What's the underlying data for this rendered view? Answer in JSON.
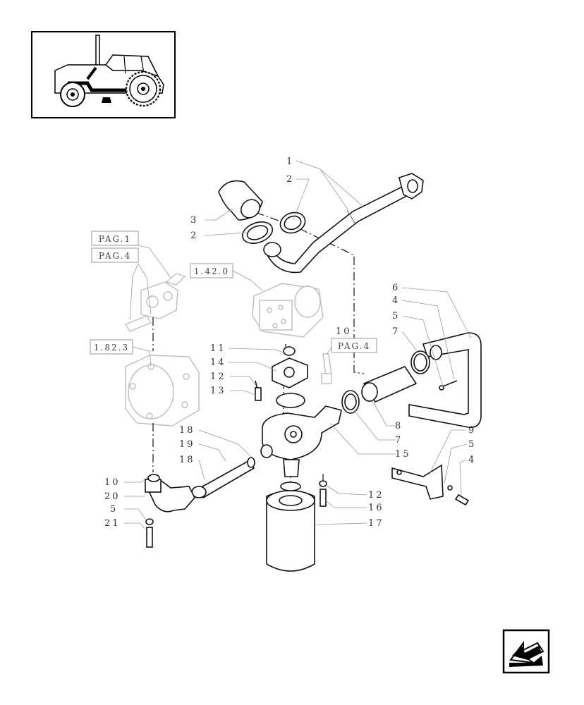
{
  "diagram": {
    "reference_tags": [
      "PAG.1",
      "PAG.4",
      "1.42.0",
      "1.82.3",
      "PAG.4"
    ],
    "callouts": {
      "c1": "1",
      "c2a": "2",
      "c3": "3",
      "c2b": "2",
      "c6": "6",
      "c4a": "4",
      "c5a": "5",
      "c7a": "7",
      "c10a": "10",
      "c11": "11",
      "c14": "14",
      "c12a": "12",
      "c13": "13",
      "c8": "8",
      "c7b": "7",
      "c15": "15",
      "c9": "9",
      "c5b": "5",
      "c4b": "4",
      "c18a": "18",
      "c19": "19",
      "c18b": "18",
      "c10b": "10",
      "c20": "20",
      "c5c": "5",
      "c21": "21",
      "c12b": "12",
      "c16": "16",
      "c17": "17"
    }
  },
  "navigation": {
    "icon": "back-arrow-icon"
  }
}
